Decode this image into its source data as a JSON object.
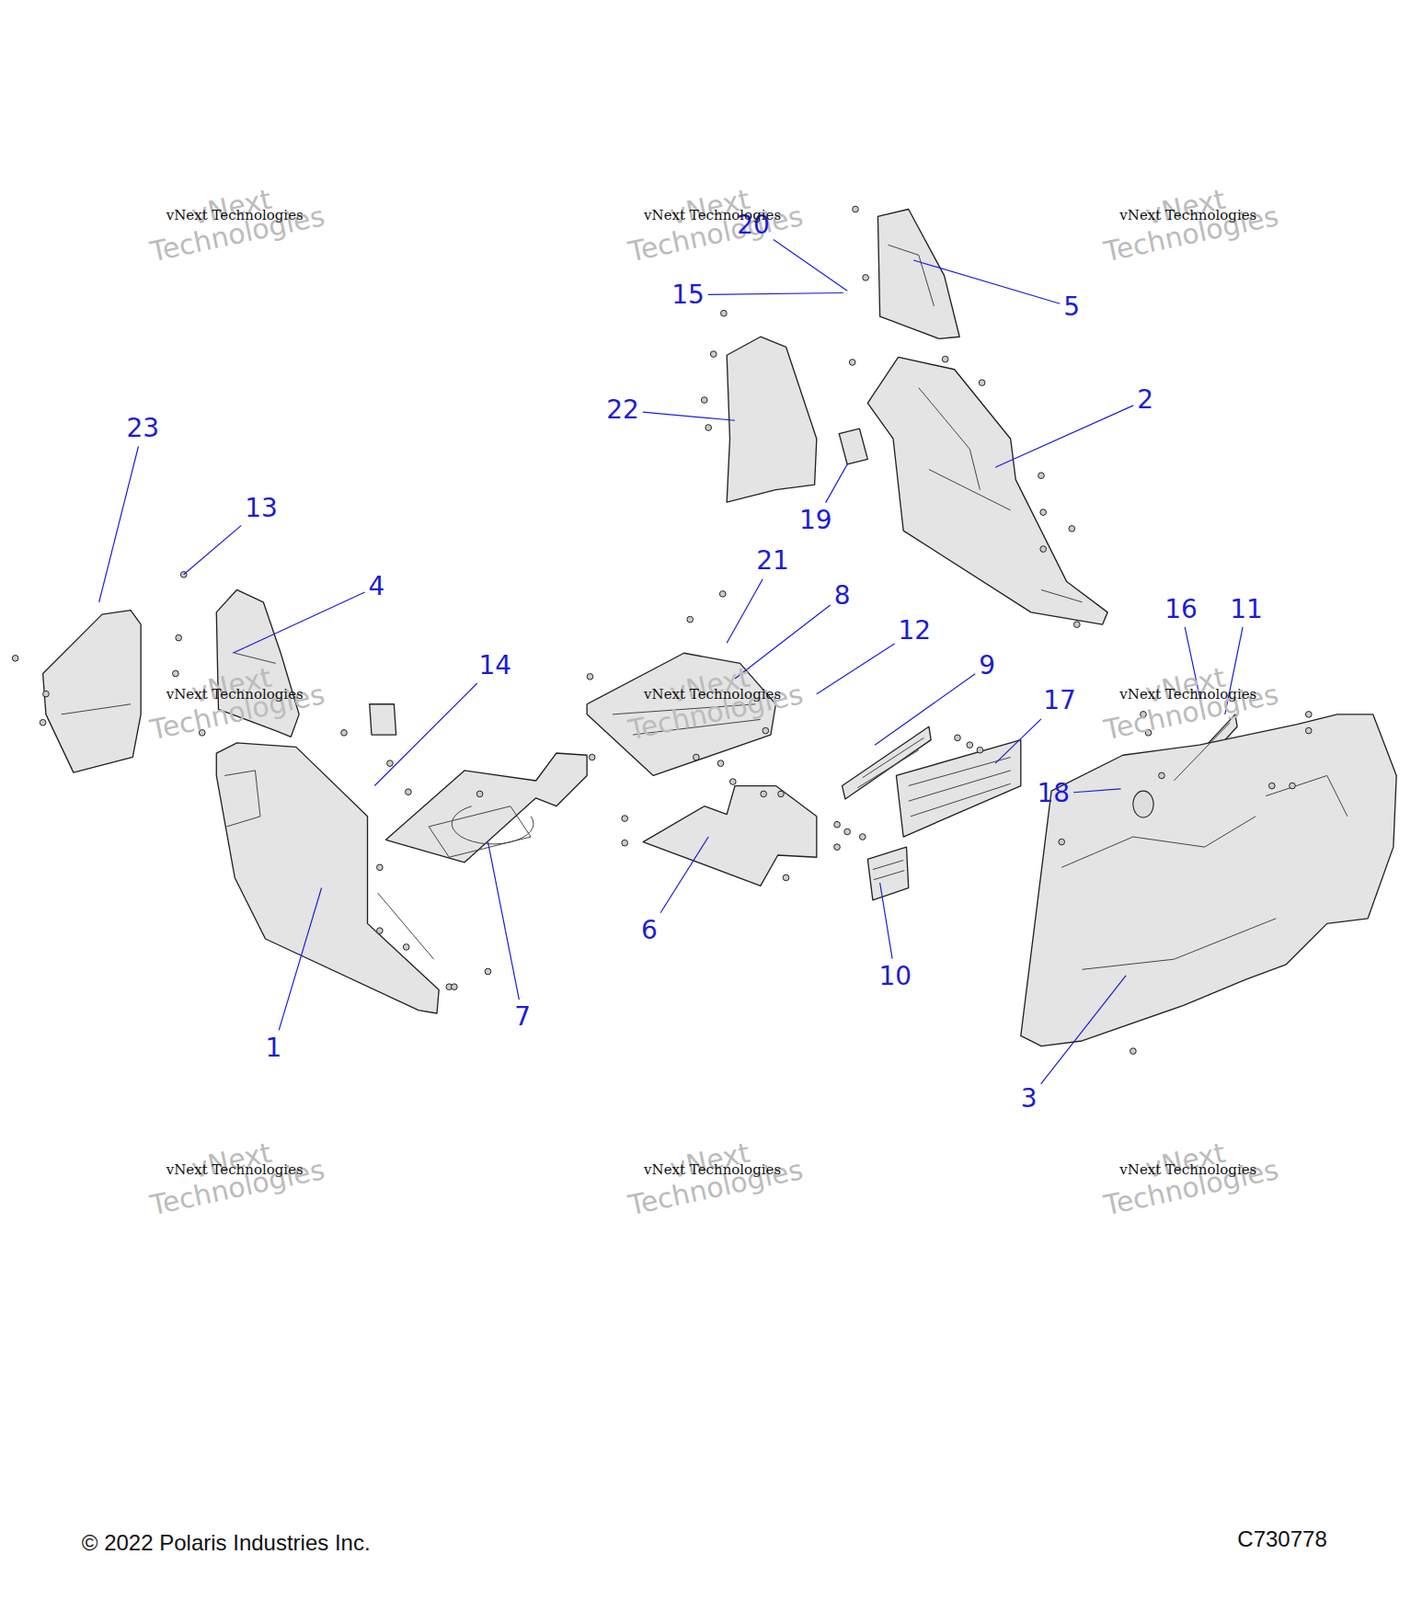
{
  "diagram": {
    "labels": [
      "vNext Technologies",
      "vNext Technologies",
      "vNext Technologies",
      "vNext Technologies",
      "vNext Technologies",
      "vNext Technologies",
      "20",
      "15",
      "5",
      "22",
      "2",
      "23",
      "13",
      "19",
      "4",
      "21",
      "8",
      "12",
      "16",
      "11",
      "vNext Technologies",
      "vNext Technologies",
      "vNext Technologies",
      "vNext Technologies",
      "vNext Technologies",
      "vNext Technologies",
      "14",
      "9",
      "17",
      "18",
      "6",
      "10",
      "7",
      "1",
      "3",
      "vNext Technologies",
      "vNext Technologies",
      "vNext Technologies",
      "vNext Technologies",
      "vNext Technologies",
      "vNext Technologies",
      "© 2022 Polaris Industries Inc.",
      "C730778"
    ]
  }
}
